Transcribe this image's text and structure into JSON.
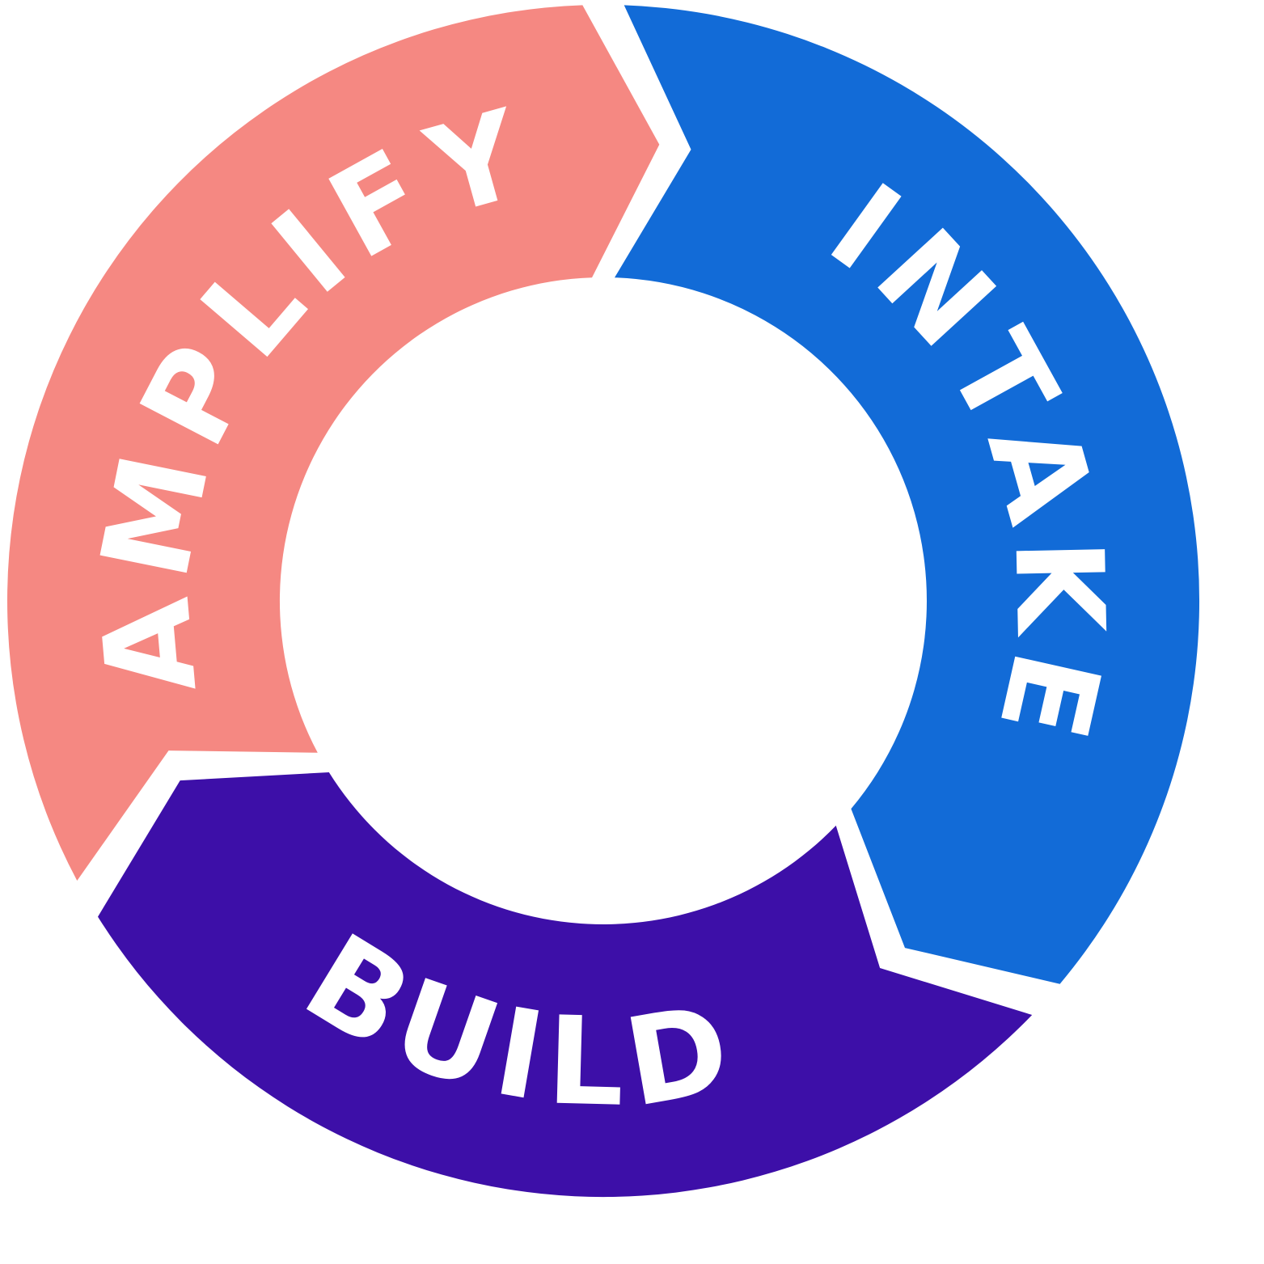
{
  "diagram": {
    "type": "cycle",
    "segments": [
      {
        "id": "intake",
        "label": "INTAKE",
        "color": "#126BD7",
        "start_deg": -88,
        "end_deg": 40,
        "order": 1
      },
      {
        "id": "build",
        "label": "BUILD",
        "color": "#3D0FA8",
        "start_deg": 44,
        "end_deg": 148,
        "order": 2
      },
      {
        "id": "amplify",
        "label": "AMPLIFY",
        "color": "#F58882",
        "start_deg": 152,
        "end_deg": 268,
        "order": 3
      }
    ],
    "background": "#ffffff",
    "direction": "clockwise"
  }
}
